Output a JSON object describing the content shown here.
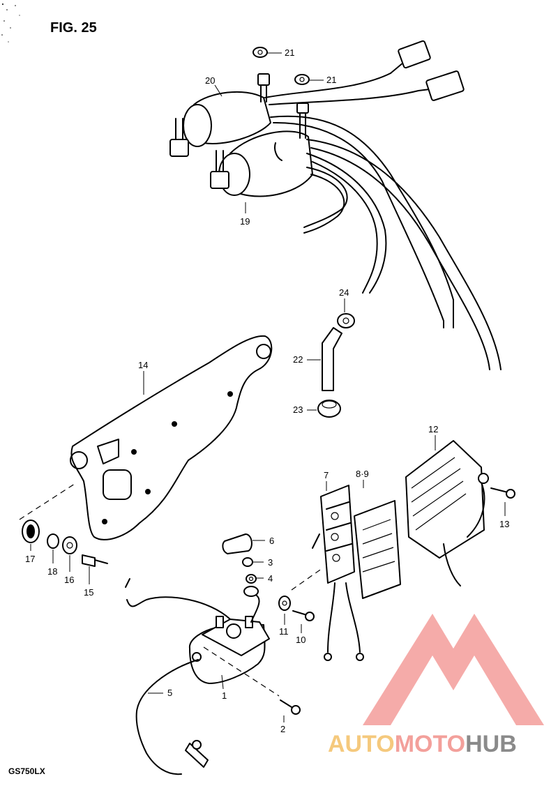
{
  "figure": {
    "title": "FIG. 25",
    "model": "GS750LX"
  },
  "callouts": [
    {
      "id": "c1",
      "text": "1"
    },
    {
      "id": "c2",
      "text": "2"
    },
    {
      "id": "c3",
      "text": "3"
    },
    {
      "id": "c4",
      "text": "4"
    },
    {
      "id": "c5",
      "text": "5"
    },
    {
      "id": "c6",
      "text": "6"
    },
    {
      "id": "c7",
      "text": "7"
    },
    {
      "id": "c89",
      "text": "8·9"
    },
    {
      "id": "c10",
      "text": "10"
    },
    {
      "id": "c11",
      "text": "11"
    },
    {
      "id": "c12",
      "text": "12"
    },
    {
      "id": "c13",
      "text": "13"
    },
    {
      "id": "c14",
      "text": "14"
    },
    {
      "id": "c15",
      "text": "15"
    },
    {
      "id": "c16",
      "text": "16"
    },
    {
      "id": "c17",
      "text": "17"
    },
    {
      "id": "c18",
      "text": "18"
    },
    {
      "id": "c19",
      "text": "19"
    },
    {
      "id": "c20",
      "text": "20"
    },
    {
      "id": "c21a",
      "text": "21"
    },
    {
      "id": "c21b",
      "text": "21"
    },
    {
      "id": "c22",
      "text": "22"
    },
    {
      "id": "c23",
      "text": "23"
    },
    {
      "id": "c24",
      "text": "24"
    }
  ],
  "watermark": {
    "part1": "AUTO",
    "part2": "MOTO",
    "part3": "HUB",
    "colors": {
      "auto": "#f5c97d",
      "moto": "#f3a09b",
      "hub": "#8a8a8a",
      "logo": "#f4a3a0"
    }
  }
}
